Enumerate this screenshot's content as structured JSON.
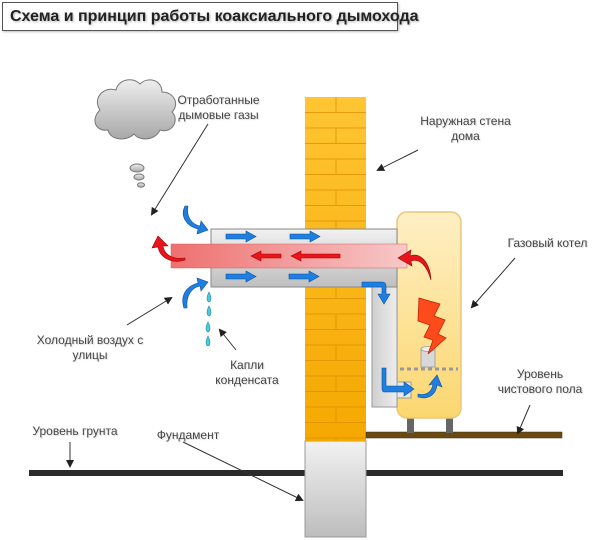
{
  "title": "Схема и принцип работы коаксиального дымохода",
  "labels": {
    "exhaust_gases": [
      "Отработанные",
      "дымовые газы"
    ],
    "outer_wall": [
      "Наружная стена",
      "дома"
    ],
    "gas_boiler": [
      "Газовый котел"
    ],
    "cold_air": [
      "Холодный воздух с",
      "улицы"
    ],
    "condensate": [
      "Капли",
      "конденсата"
    ],
    "floor_level": [
      "Уровень",
      "чистового пола"
    ],
    "ground_level": [
      "Уровень грунта"
    ],
    "foundation": [
      "Фундамент"
    ]
  },
  "colors": {
    "brick": "#FDB813",
    "brick_line": "#D98C00",
    "hot_flow": "#E8151B",
    "cold_flow": "#1E7FE0",
    "boiler": "#FCE4A0",
    "flame": "#FF4A1C",
    "pipe_hot": "#F28080",
    "pipe_outer": "#D8D8D8",
    "ground_line": "#2A2A2A",
    "floor_line": "#6B4A12",
    "drop": "#4FC8E0"
  }
}
